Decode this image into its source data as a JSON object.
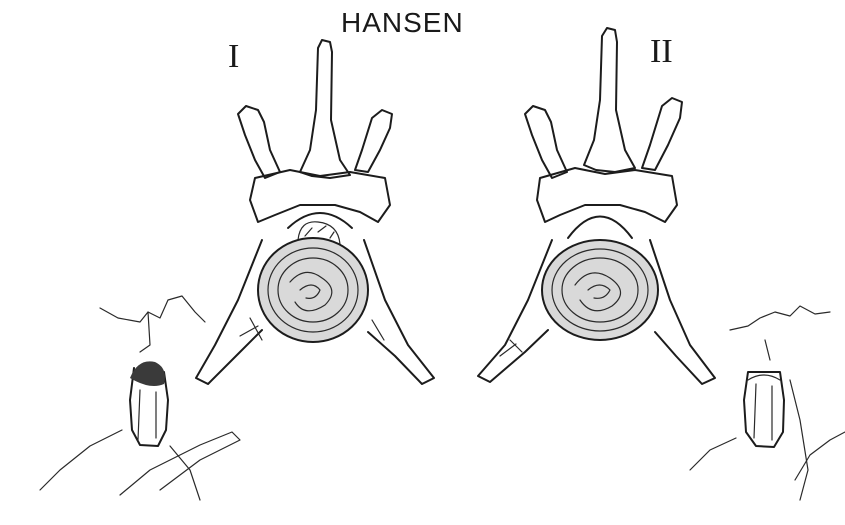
{
  "diagram": {
    "title": "HANSEN",
    "panels": [
      {
        "label": "I"
      },
      {
        "label": "II"
      }
    ],
    "colors": {
      "ink": "#1c1c1c",
      "background": "#ffffff",
      "disc_shade": "#d9d9d9"
    }
  }
}
